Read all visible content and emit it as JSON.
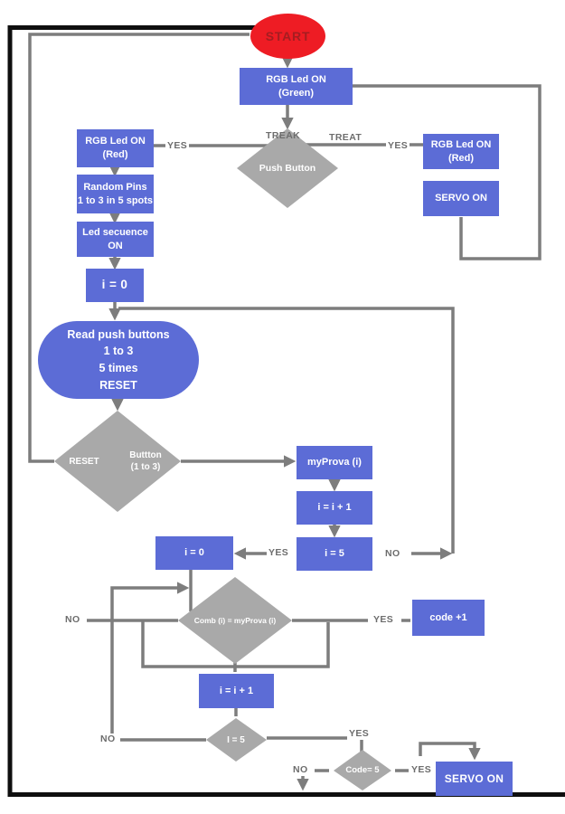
{
  "diagram": {
    "type": "flowchart",
    "colors": {
      "process_fill": "#5c6cd6",
      "decision_fill": "#a9a9a9",
      "terminator_fill": "#ee1c24",
      "terminator_text": "#a51d21",
      "connector": "#7d7d7d",
      "edge_label_text": "#6d6d6d",
      "frame": "#0f0f0f"
    },
    "nodes": {
      "start": {
        "shape": "terminator",
        "label": "START"
      },
      "rgb_green": {
        "shape": "process",
        "label": "RGB Led ON\n(Green)"
      },
      "push_button": {
        "shape": "decision",
        "label": "Push Button"
      },
      "rgb_red_left": {
        "shape": "process",
        "label": "RGB Led ON\n(Red)"
      },
      "random_pins": {
        "shape": "process",
        "label": "Random Pins\n1 to 3 in 5 spots"
      },
      "led_sequence": {
        "shape": "process",
        "label": "Led secuence\nON"
      },
      "i_equals_0_a": {
        "shape": "process",
        "label": "i = 0"
      },
      "rgb_red_right": {
        "shape": "process",
        "label": "RGB Led ON\n(Red)"
      },
      "servo_on_right": {
        "shape": "process",
        "label": "SERVO ON"
      },
      "read_push_buttons": {
        "shape": "stadium",
        "label": "Read push buttons\n1 to 3\n5 times\nRESET"
      },
      "button_decision": {
        "shape": "decision",
        "label_left": "RESET",
        "label_right": "Buttton\n(1 to 3)"
      },
      "myprova": {
        "shape": "process",
        "label": "myProva (i)"
      },
      "i_increment_a": {
        "shape": "process",
        "label": "i = i + 1"
      },
      "i_equals_5_box": {
        "shape": "process",
        "label": "i = 5"
      },
      "i_equals_0_b": {
        "shape": "process",
        "label": "i = 0"
      },
      "comb_decision": {
        "shape": "decision",
        "label": "Comb (i) = myProva (i)"
      },
      "code_plus_1": {
        "shape": "process",
        "label": "code +1"
      },
      "i_increment_b": {
        "shape": "process",
        "label": "i = i + 1"
      },
      "i_equals_5_decision": {
        "shape": "decision",
        "label": "I = 5"
      },
      "code_equals_5_decision": {
        "shape": "decision",
        "label": "Code= 5"
      },
      "servo_on_bottom": {
        "shape": "process",
        "label": "SERVO ON"
      }
    },
    "edge_labels": {
      "yes_push_left": "YES",
      "treak": "TREAK",
      "treat": "TREAT",
      "yes_push_right": "YES",
      "yes_i5_to_i0": "YES",
      "no_i5_loop": "NO",
      "no_comb": "NO",
      "yes_comb": "YES",
      "no_i5_decision": "NO",
      "yes_i5_decision": "YES",
      "no_code5": "NO",
      "yes_code5": "YES"
    }
  }
}
